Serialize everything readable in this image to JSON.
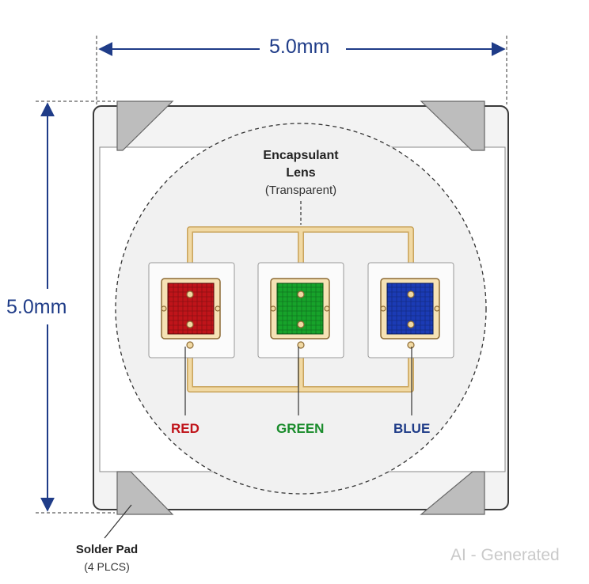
{
  "dimensions": {
    "width_label": "5.0mm",
    "height_label": "5.0mm"
  },
  "lens": {
    "title_line1": "Encapsulant",
    "title_line2": "Lens",
    "subtitle": "(Transparent)"
  },
  "chips": [
    {
      "label": "RED",
      "color": "#c0141a",
      "label_color": "#c0141a"
    },
    {
      "label": "GREEN",
      "color": "#17a32a",
      "label_color": "#1a8c2c"
    },
    {
      "label": "BLUE",
      "color": "#1b3bb5",
      "label_color": "#1f3c88"
    }
  ],
  "solder_pad": {
    "title": "Solder Pad",
    "subtitle": "(4 PLCS)"
  },
  "watermark": "AI - Generated",
  "colors": {
    "dimension": "#1f3c88",
    "package_fill": "#f3f3f3",
    "package_stroke": "#3a3a3a",
    "pad": "#bdbdbd",
    "wire": "#e8c98a",
    "frame": "#f6e2b5"
  }
}
